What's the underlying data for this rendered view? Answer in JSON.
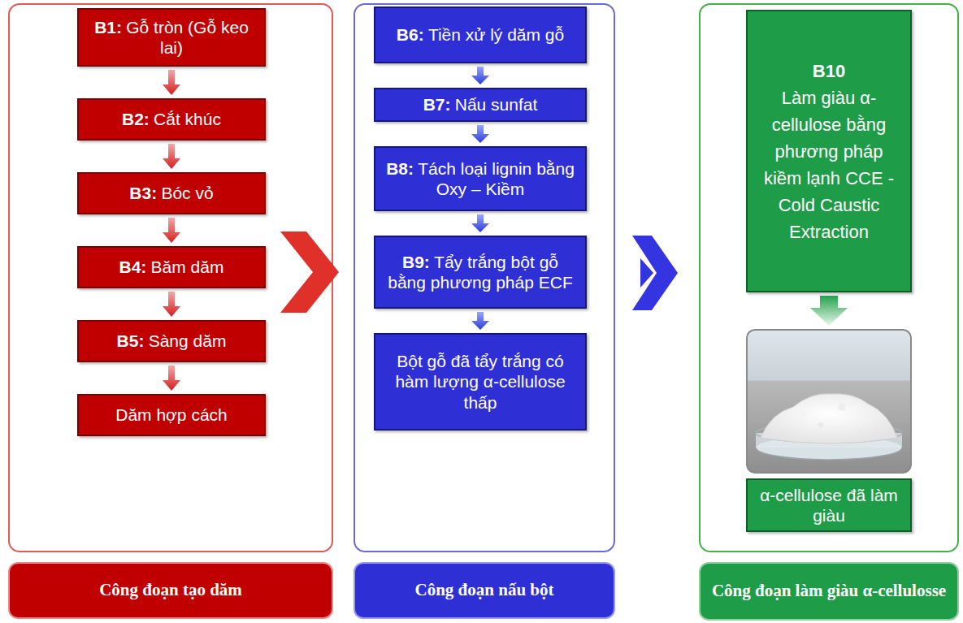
{
  "diagram": {
    "nodes": [
      {
        "text": [
          "B1:",
          "Gỗ tròn (Gỗ keo lai)"
        ]
      },
      {
        "text": [
          "B2:",
          "Cắt khúc"
        ]
      },
      {
        "text": [
          "B3:",
          "Bóc vỏ"
        ]
      },
      {
        "text": [
          "B4:",
          "Băm dăm"
        ]
      },
      {
        "text": [
          "B5:",
          "Sàng dăm"
        ]
      },
      {
        "text": [
          "Dăm hợp cách"
        ]
      },
      {
        "text": [
          "Công đoạn tạo dăm"
        ]
      },
      {
        "text": [
          "B6:",
          "Tiền xử lý dăm gỗ"
        ]
      },
      {
        "text": [
          "B7:",
          "Nấu sunfat"
        ]
      },
      {
        "text": [
          "B8:",
          "Tách loại lignin bằng Oxy – Kiềm"
        ]
      },
      {
        "text": [
          "B9:",
          "Tẩy trắng bột gỗ bằng phương pháp ECF"
        ]
      },
      {
        "text": [
          "Bột gỗ đã tẩy trắng có hàm lượng α-cellulose thấp"
        ]
      },
      {
        "text": [
          "Công đoạn nấu bột"
        ]
      },
      {
        "text": [
          "B10",
          "Làm giàu α-cellulose bằng phương pháp kiềm lạnh CCE - Cold Caustic Extraction"
        ]
      },
      {
        "text": [
          "α-cellulose đã làm giàu"
        ]
      },
      {
        "text": [
          "Công đoạn làm giàu α-cellulosse"
        ]
      }
    ],
    "edges": [
      {
        "from": 0,
        "to": 1,
        "arrow": "to"
      },
      {
        "from": 1,
        "to": 2,
        "arrow": "to"
      },
      {
        "from": 2,
        "to": 3,
        "arrow": "to"
      },
      {
        "from": 3,
        "to": 4,
        "arrow": "to"
      },
      {
        "from": 4,
        "to": 5,
        "arrow": "to"
      },
      {
        "from": 7,
        "to": 8,
        "arrow": "to"
      },
      {
        "from": 8,
        "to": 9,
        "arrow": "to"
      },
      {
        "from": 9,
        "to": 10,
        "arrow": "to"
      },
      {
        "from": 10,
        "to": 11,
        "arrow": "to"
      },
      {
        "from": 13,
        "to": 14,
        "arrow": "to"
      }
    ]
  }
}
